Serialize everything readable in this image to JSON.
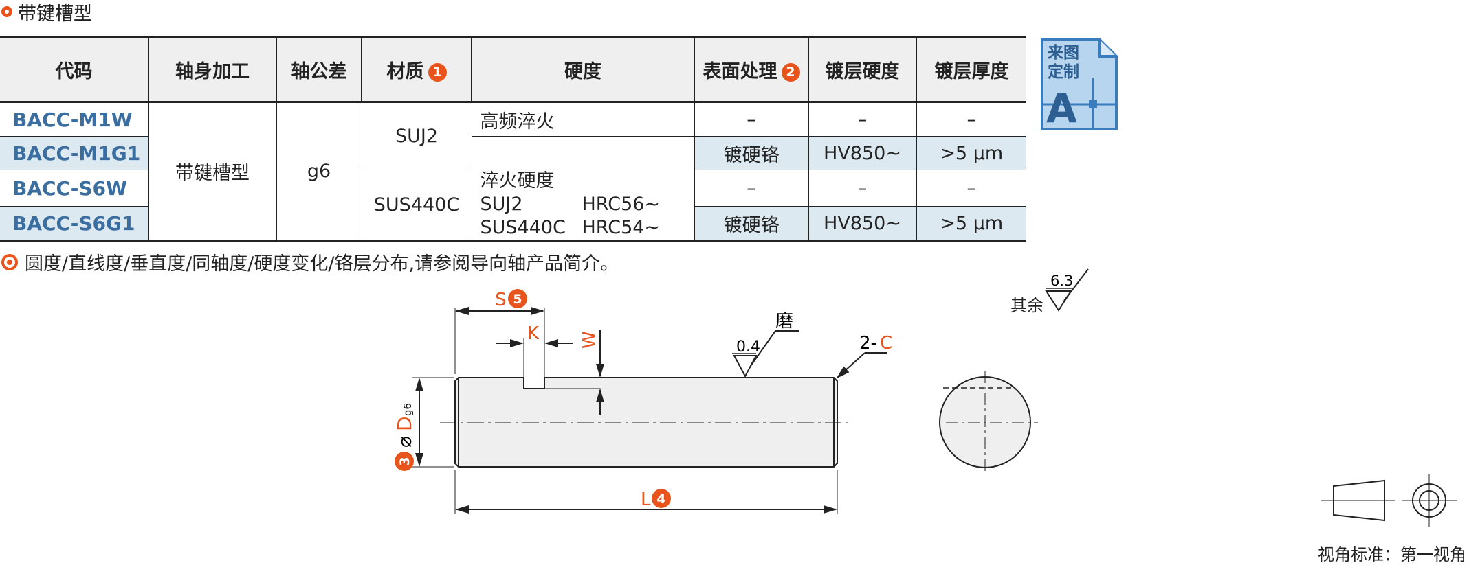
{
  "section": {
    "title": "带键槽型"
  },
  "table": {
    "headers": [
      "代码",
      "轴身加工",
      "轴公差",
      "材质",
      "硬度",
      "表面处理",
      "镀层硬度",
      "镀层厚度"
    ],
    "header_badges": {
      "material": "1",
      "surface": "2"
    },
    "codes": [
      "BACC-M1W",
      "BACC-M1G1",
      "BACC-S6W",
      "BACC-S6G1"
    ],
    "shaft_processing": "带键槽型",
    "tolerance": "g6",
    "materials": [
      "SUJ2",
      "SUS440C"
    ],
    "hardness": {
      "top": "高频淬火",
      "label": "淬火硬度",
      "rows": [
        [
          "SUJ2",
          "HRC56~"
        ],
        [
          "SUS440C",
          "HRC54~"
        ]
      ]
    },
    "surface": [
      "–",
      "镀硬铬",
      "–",
      "镀硬铬"
    ],
    "plating_hardness": [
      "–",
      "HV850~",
      "–",
      "HV850~"
    ],
    "plating_thickness": [
      "–",
      ">5 μm",
      "–",
      ">5 μm"
    ],
    "row_shading": [
      false,
      true,
      false,
      true
    ]
  },
  "stamp": {
    "line1": "来图",
    "line2": "定制",
    "letter": "A"
  },
  "note": "圆度/直线度/垂直度/同轴度/硬度变化/铬层分布,请参阅导向轴产品简介。",
  "drawing": {
    "S": "S",
    "S_badge": "5",
    "K": "K",
    "W": "W",
    "roughness_value": "0.4",
    "roughness_label": "磨",
    "chamfer_prefix": "2-",
    "chamfer": "C",
    "dia_symbol": "⌀",
    "D": "D",
    "D_sub": "g6",
    "D_badge": "3",
    "L": "L",
    "L_badge": "4",
    "rest_label": "其余",
    "rest_value": "6.3",
    "std_label": "视角标准：第一视角"
  },
  "colors": {
    "accent": "#e8541b",
    "code_blue": "#3a6ea0",
    "row_shade": "#dde9f1",
    "stamp_blue": "#b7d5ee"
  }
}
